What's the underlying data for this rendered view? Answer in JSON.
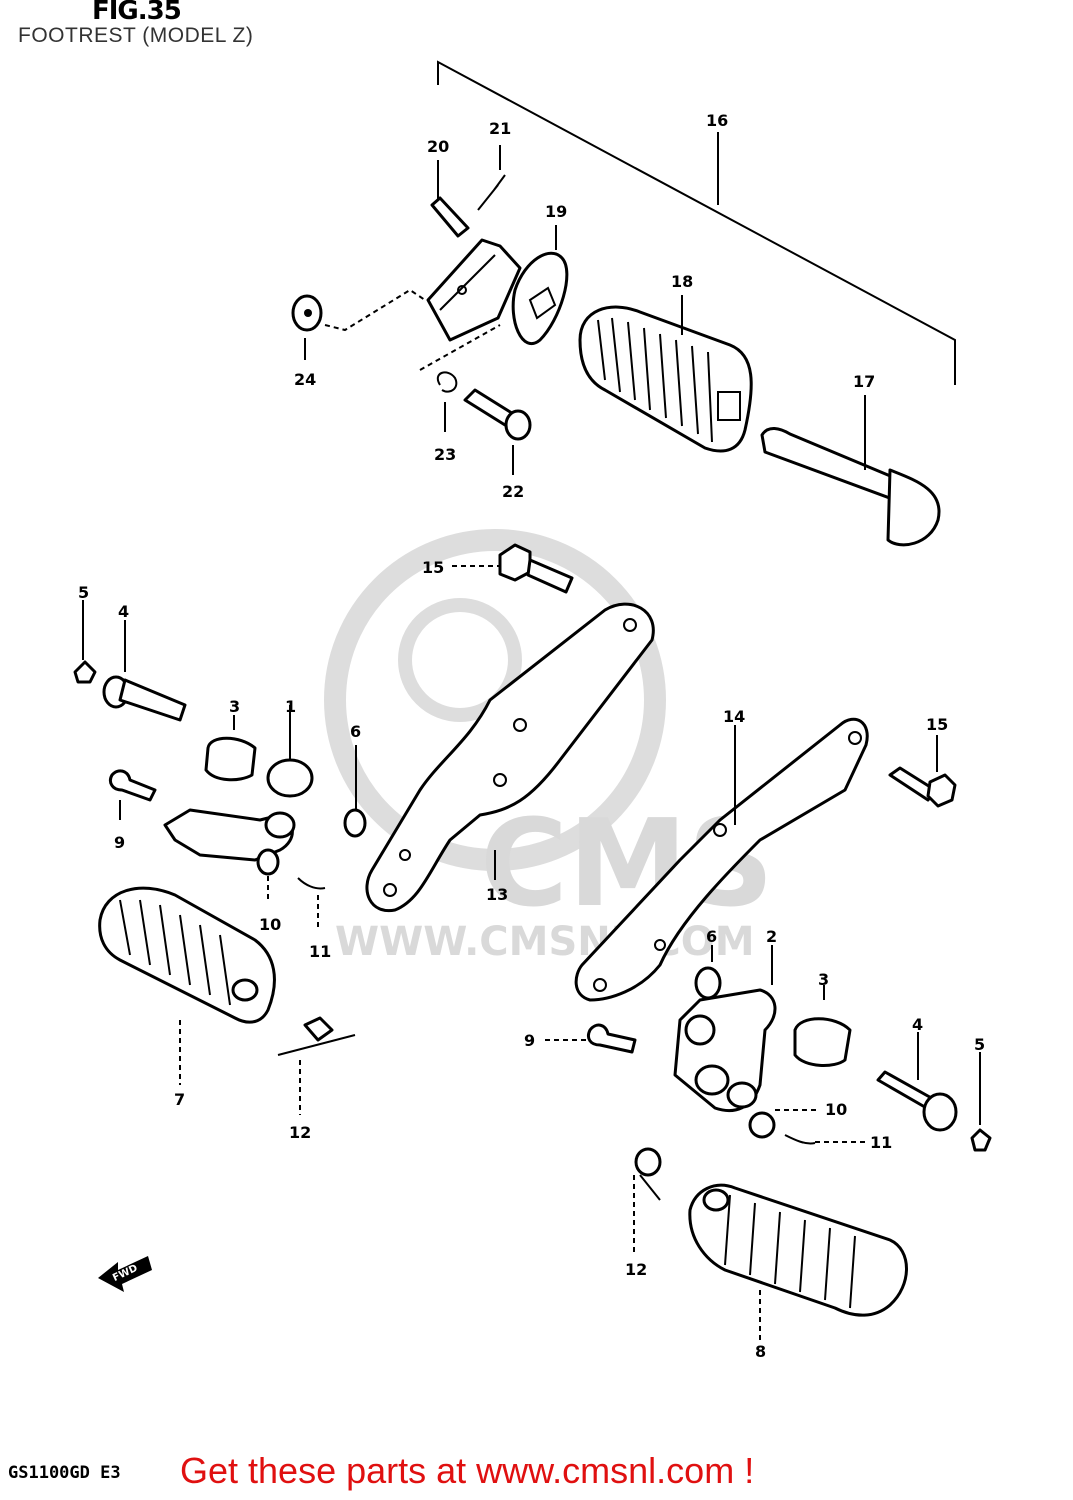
{
  "header": {
    "fig_label": "FIG.35",
    "subtitle": "FOOTREST (MODEL Z)"
  },
  "footer": {
    "model_code": "GS1100GD E3",
    "cta": "Get these parts at www.cmsnl.com !"
  },
  "watermark": {
    "brand": "CMS",
    "url": "WWW.CMSNL.COM"
  },
  "arrow": {
    "label": "FWD"
  },
  "callouts": {
    "c1": "1",
    "c2": "2",
    "c3a": "3",
    "c3b": "3",
    "c4a": "4",
    "c4b": "4",
    "c5a": "5",
    "c5b": "5",
    "c6a": "6",
    "c6b": "6",
    "c7": "7",
    "c8": "8",
    "c9a": "9",
    "c9b": "9",
    "c10a": "10",
    "c10b": "10",
    "c11a": "11",
    "c11b": "11",
    "c12a": "12",
    "c12b": "12",
    "c13": "13",
    "c14": "14",
    "c15a": "15",
    "c15b": "15",
    "c16": "16",
    "c17": "17",
    "c18": "18",
    "c19": "19",
    "c20": "20",
    "c21": "21",
    "c22": "22",
    "c23": "23",
    "c24": "24"
  },
  "colors": {
    "cta": "#e01010",
    "line": "#000000",
    "watermark": "#d9d9d9"
  }
}
